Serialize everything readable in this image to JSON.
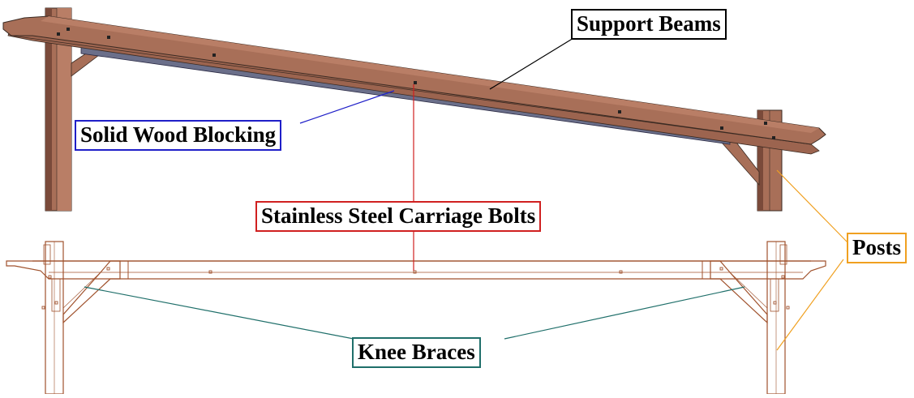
{
  "labels": {
    "support_beams": "Support Beams",
    "solid_wood_blocking": "Solid Wood Blocking",
    "carriage_bolts": "Stainless Steel Carriage Bolts",
    "posts": "Posts",
    "knee_braces": "Knee Braces"
  },
  "colors": {
    "wood": "#a86f58",
    "wood_dark": "#7a4a3a",
    "wood_light": "#c48a72",
    "blocking": "#6b6f8a",
    "outline_drawing": "#a0522d",
    "support_beams_border": "#000000",
    "blocking_border": "#1f1fc8",
    "bolts_border": "#d02020",
    "posts_border": "#f0a020",
    "knee_braces_border": "#1f6f6a"
  }
}
